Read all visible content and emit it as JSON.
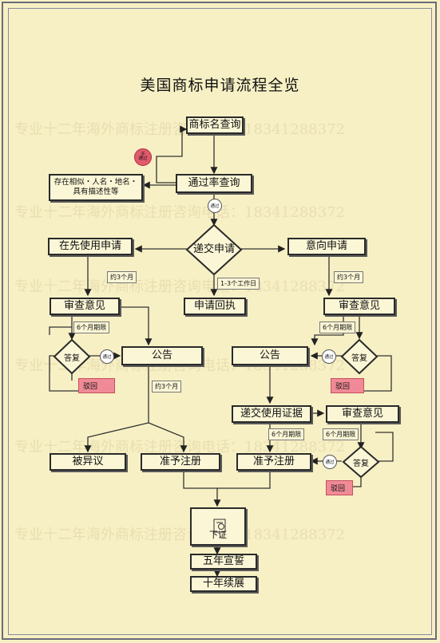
{
  "title": "美国商标申请流程全览",
  "watermark": "专业十二年海外商标注册咨询电话：18341288372",
  "nodes": {
    "trademark_search": "商标名查询",
    "pass_rate_search": "通过率查询",
    "similar_note": "存在相似・人名・地名・具有描述性等",
    "submit": "递交申请",
    "prior_use": "在先使用申请",
    "intent_use": "意向申请",
    "review_left": "审查意见",
    "review_right": "审查意见",
    "receipt": "申请回执",
    "reply_left": "答复",
    "reply_right": "答复",
    "reply_bottom": "答复",
    "announce_left": "公告",
    "announce_right": "公告",
    "submit_use_proof": "递交使用证据",
    "review_proof": "审查意见",
    "opposed": "被异议",
    "approve_left": "准予注册",
    "approve_right": "准予注册",
    "certificate": "下证",
    "five_year": "五年宣誓",
    "ten_year": "十年续展"
  },
  "labels": {
    "approx_3_months_a": "约3个月",
    "approx_3_months_b": "约3个月",
    "approx_3_months_c": "约3个月",
    "workdays": "1-3个工作日",
    "six_months_a": "6个月期限",
    "six_months_b": "6个月期限",
    "six_months_c": "6个月期限",
    "six_months_d": "6个月期限",
    "reject_left": "驳回",
    "reject_right": "驳回",
    "reject_bottom": "驳回",
    "pass": "通过",
    "fail_top": "不",
    "fail_bottom": "通过"
  }
}
